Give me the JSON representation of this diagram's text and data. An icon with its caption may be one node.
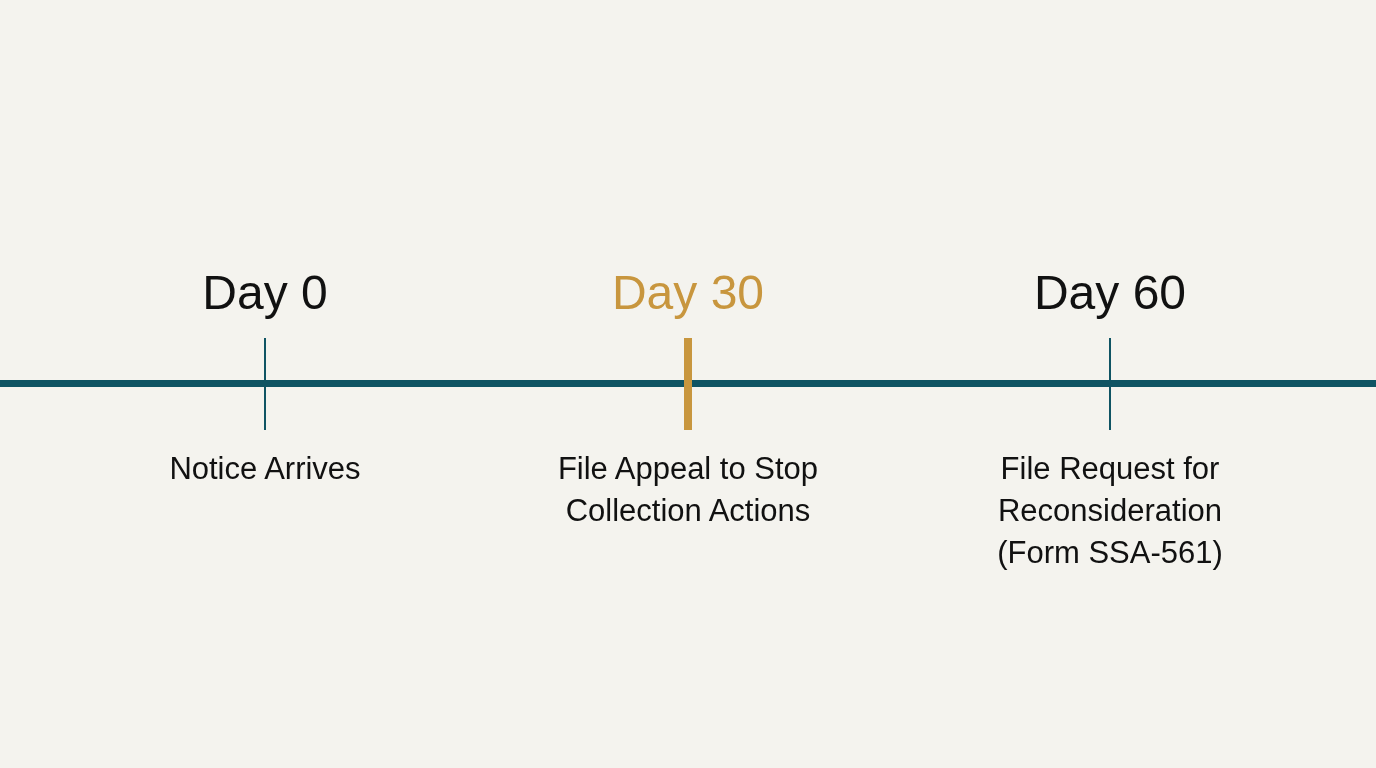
{
  "diagram": {
    "labels": [
      "Day 0",
      "Day 30",
      "Day 60",
      "Notice Arrives",
      "File Appeal to Stop Collection Actions",
      "File Request for Reconsideration (Form SSA-561)"
    ]
  }
}
